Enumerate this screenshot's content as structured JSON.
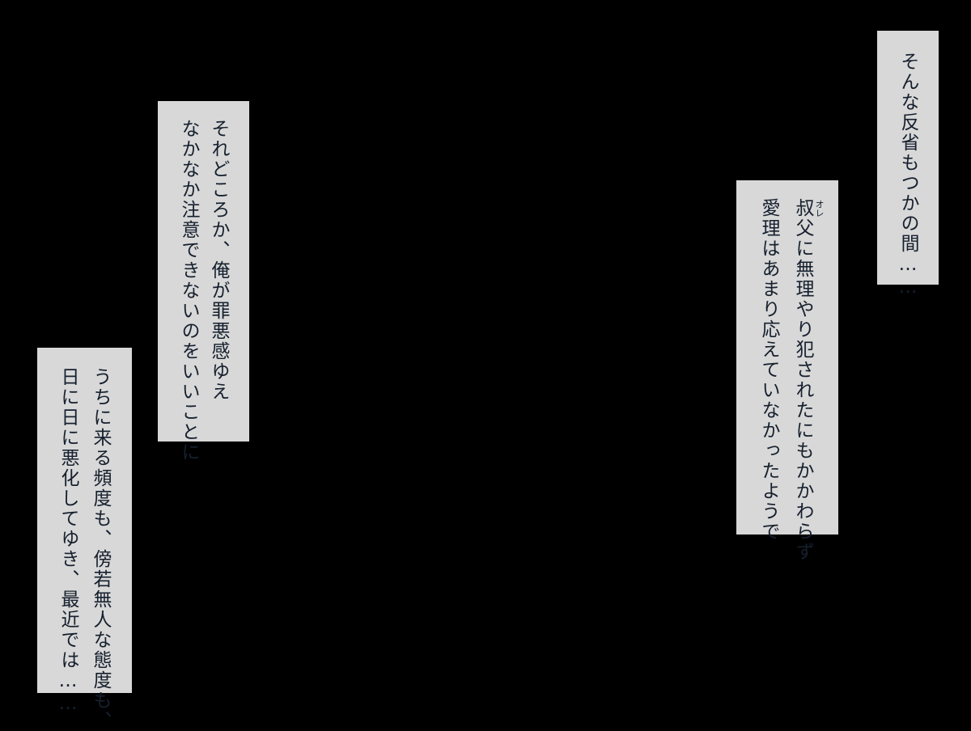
{
  "panels": [
    {
      "lines": [
        "そんな反省もつかの間……"
      ]
    },
    {
      "ruby": "オレ",
      "lines": [
        "叔父に無理やり犯されたにもかかわらず",
        "愛理はあまり応えていなかったようで"
      ]
    },
    {
      "lines": [
        "それどころか、俺が罪悪感ゆえ",
        "なかなか注意できないのをいいことに"
      ]
    },
    {
      "lines": [
        "うちに来る頻度も、傍若無人な態度も、",
        "日に日に悪化してゆき、最近では……"
      ]
    }
  ]
}
